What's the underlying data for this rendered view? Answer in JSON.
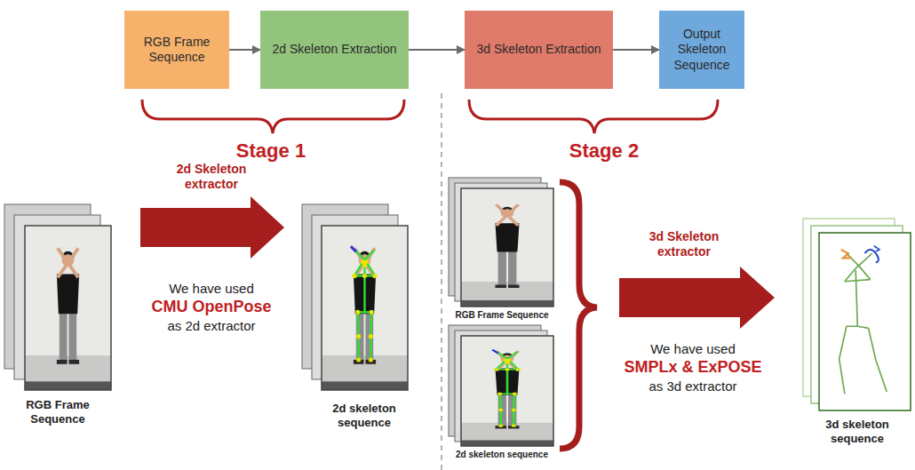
{
  "diagram": {
    "nodes": [
      {
        "text": [
          "RGB Frame Sequence"
        ]
      },
      {
        "text": [
          "2d Skeleton Extraction"
        ]
      },
      {
        "text": [
          "3d Skeleton Extraction"
        ]
      },
      {
        "text": [
          "Output Skeleton Sequence"
        ]
      }
    ],
    "edges": [
      {
        "from": 0,
        "to": 1,
        "arrow": "to"
      },
      {
        "from": 1,
        "to": 2,
        "arrow": "to"
      },
      {
        "from": 2,
        "to": 3,
        "arrow": "to"
      }
    ],
    "labels": [
      "Stage 1",
      "Stage 2",
      "2d Skeleton extractor",
      "We have used",
      "CMU OpenPose",
      "as 2d extractor",
      "RGB Frame Sequence",
      "2d skeleton sequence",
      "RGB Frame Sequence",
      "2d skeleton sequence",
      "3d Skeleton extractor",
      "We have used",
      "SMPLx & ExPOSE",
      "as 3d extractor",
      "3d skeleton sequence"
    ]
  }
}
